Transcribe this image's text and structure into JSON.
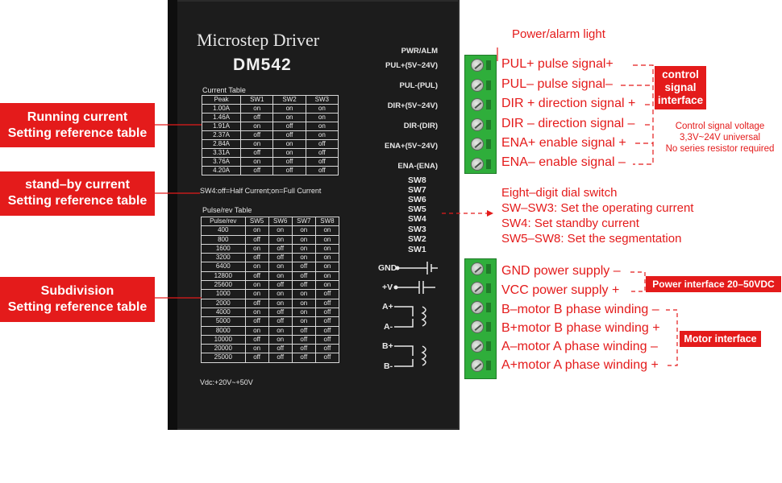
{
  "device": {
    "title": "Microstep Driver",
    "model": "DM542",
    "current_table": {
      "caption": "Current Table",
      "headers": [
        "Peak",
        "SW1",
        "SW2",
        "SW3"
      ],
      "rows": [
        [
          "1.00A",
          "on",
          "on",
          "on"
        ],
        [
          "1.46A",
          "off",
          "on",
          "on"
        ],
        [
          "1.91A",
          "on",
          "off",
          "on"
        ],
        [
          "2.37A",
          "off",
          "off",
          "on"
        ],
        [
          "2.84A",
          "on",
          "on",
          "off"
        ],
        [
          "3.31A",
          "off",
          "on",
          "off"
        ],
        [
          "3.76A",
          "on",
          "off",
          "off"
        ],
        [
          "4.20A",
          "off",
          "off",
          "off"
        ]
      ],
      "note": "SW4:off=Half Current;on=Full Current"
    },
    "pulse_table": {
      "caption": "Pulse/rev Table",
      "headers": [
        "Pulse/rev",
        "SW5",
        "SW6",
        "SW7",
        "SW8"
      ],
      "rows": [
        [
          "400",
          "on",
          "on",
          "on",
          "on"
        ],
        [
          "800",
          "off",
          "on",
          "on",
          "on"
        ],
        [
          "1600",
          "on",
          "off",
          "on",
          "on"
        ],
        [
          "3200",
          "off",
          "off",
          "on",
          "on"
        ],
        [
          "6400",
          "on",
          "on",
          "off",
          "on"
        ],
        [
          "12800",
          "off",
          "on",
          "off",
          "on"
        ],
        [
          "25600",
          "on",
          "off",
          "off",
          "on"
        ],
        [
          "1000",
          "on",
          "on",
          "on",
          "off"
        ],
        [
          "2000",
          "off",
          "on",
          "on",
          "off"
        ],
        [
          "4000",
          "on",
          "off",
          "on",
          "off"
        ],
        [
          "5000",
          "off",
          "off",
          "on",
          "off"
        ],
        [
          "8000",
          "on",
          "on",
          "off",
          "off"
        ],
        [
          "10000",
          "off",
          "on",
          "off",
          "off"
        ],
        [
          "20000",
          "on",
          "off",
          "off",
          "off"
        ],
        [
          "25000",
          "off",
          "off",
          "off",
          "off"
        ]
      ]
    },
    "vdc": "Vdc:+20V~+50V",
    "pwr_alm": "PWR/ALM",
    "signal_terminals": [
      "PUL+(5V~24V)",
      "PUL-(PUL)",
      "DIR+(5V~24V)",
      "DIR-(DIR)",
      "ENA+(5V~24V)",
      "ENA-(ENA)"
    ],
    "switches": [
      "SW8",
      "SW7",
      "SW6",
      "SW5",
      "SW4",
      "SW3",
      "SW2",
      "SW1"
    ],
    "power_terminals": [
      "GND",
      "+V",
      "A+",
      "A-",
      "B+",
      "B-"
    ]
  },
  "annotations": {
    "power_alarm_light": "Power/alarm light",
    "signal_labels": [
      "PUL+ pulse signal+",
      "PUL– pulse signal–",
      "DIR + direction signal +",
      "DIR – direction signal –",
      "ENA+ enable signal +",
      "ENA– enable signal –"
    ],
    "control_interface": "control signal interface",
    "control_voltage": [
      "Control signal voltage",
      "3,3V~24V universal",
      "No series resistor required"
    ],
    "dial_switch": [
      "Eight–digit dial switch",
      "SW–SW3: Set the operating current",
      "SW4: Set standby current",
      "SW5–SW8: Set the segmentation"
    ],
    "power_labels": [
      "GND power supply –",
      "VCC power supply +"
    ],
    "power_interface": "Power interface 20–50VDC",
    "motor_labels": [
      "B–motor B phase winding –",
      "B+motor B phase winding +",
      "A–motor A phase winding –",
      "A+motor A phase winding +"
    ],
    "motor_interface": "Motor interface",
    "left": {
      "running": [
        "Running current",
        "Setting reference table"
      ],
      "standby": [
        "stand–by current",
        "Setting reference table"
      ],
      "subdivision": [
        "Subdivision",
        "Setting reference table"
      ]
    }
  },
  "colors": {
    "accent_red": "#e41b1b",
    "terminal_green": "#2fae3b",
    "device_body": "#1c1c1c"
  }
}
